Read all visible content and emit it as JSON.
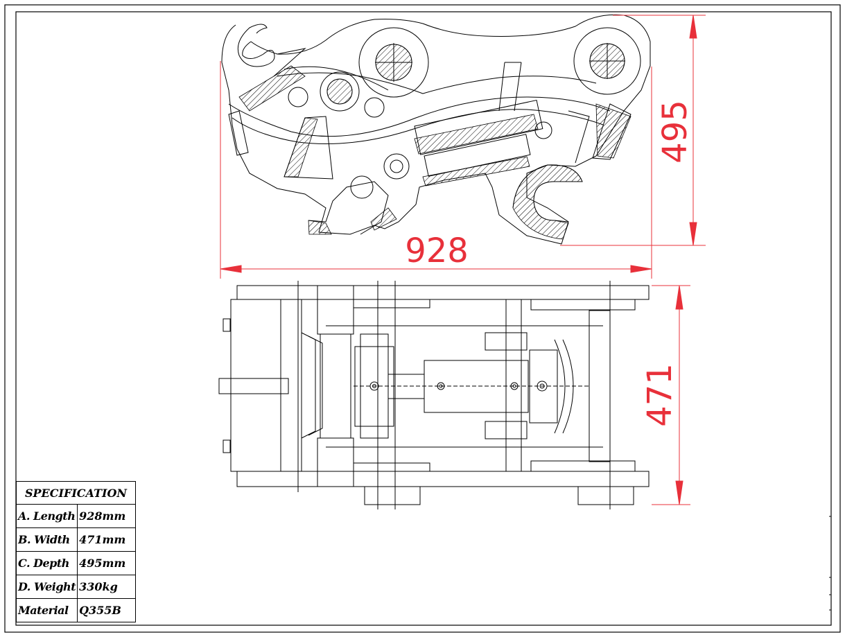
{
  "drawing": {
    "dimensions": {
      "length": "928",
      "depth": "495",
      "width": "471"
    }
  },
  "spec": {
    "title": "SPECIFICATION",
    "rows": [
      {
        "key": "A. Length",
        "value": "928mm"
      },
      {
        "key": "B. Width",
        "value": "471mm"
      },
      {
        "key": "C. Depth",
        "value": "495mm"
      },
      {
        "key": "D. Weight",
        "value": "330kg"
      },
      {
        "key": "Material",
        "value": "Q355B"
      }
    ]
  },
  "colors": {
    "line": "#000000",
    "dimension": "#e8303a",
    "background": "#ffffff"
  }
}
